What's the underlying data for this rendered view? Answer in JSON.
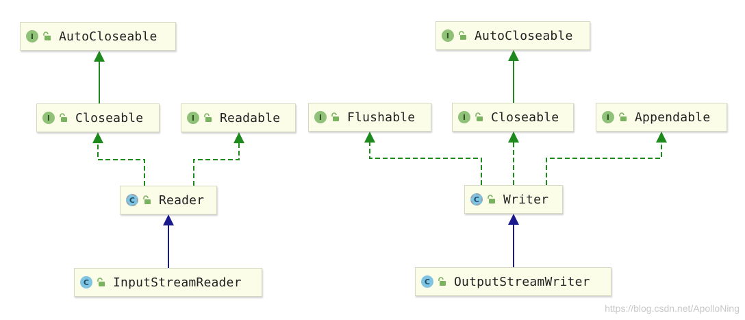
{
  "diagram": {
    "nodes": [
      {
        "id": "ac_left",
        "kind": "interface",
        "badge": "I",
        "label": "AutoCloseable"
      },
      {
        "id": "closeable_left",
        "kind": "interface",
        "badge": "I",
        "label": "Closeable"
      },
      {
        "id": "readable",
        "kind": "interface",
        "badge": "I",
        "label": "Readable"
      },
      {
        "id": "reader",
        "kind": "abstract",
        "badge": "C",
        "label": "Reader"
      },
      {
        "id": "isr",
        "kind": "class",
        "badge": "C",
        "label": "InputStreamReader"
      },
      {
        "id": "ac_right",
        "kind": "interface",
        "badge": "I",
        "label": "AutoCloseable"
      },
      {
        "id": "flushable",
        "kind": "interface",
        "badge": "I",
        "label": "Flushable"
      },
      {
        "id": "closeable_right",
        "kind": "interface",
        "badge": "I",
        "label": "Closeable"
      },
      {
        "id": "appendable",
        "kind": "interface",
        "badge": "I",
        "label": "Appendable"
      },
      {
        "id": "writer",
        "kind": "abstract",
        "badge": "C",
        "label": "Writer"
      },
      {
        "id": "osw",
        "kind": "class",
        "badge": "C",
        "label": "OutputStreamWriter"
      }
    ],
    "edges": [
      {
        "from": "closeable_left",
        "to": "ac_left",
        "type": "extends-interface"
      },
      {
        "from": "reader",
        "to": "closeable_left",
        "type": "implements"
      },
      {
        "from": "reader",
        "to": "readable",
        "type": "implements"
      },
      {
        "from": "isr",
        "to": "reader",
        "type": "extends-class"
      },
      {
        "from": "closeable_right",
        "to": "ac_right",
        "type": "extends-interface"
      },
      {
        "from": "writer",
        "to": "flushable",
        "type": "implements"
      },
      {
        "from": "writer",
        "to": "closeable_right",
        "type": "implements"
      },
      {
        "from": "writer",
        "to": "appendable",
        "type": "implements"
      },
      {
        "from": "osw",
        "to": "writer",
        "type": "extends-class"
      }
    ],
    "edge_colors": {
      "interface": "#1e8a1e",
      "class": "#1a1a8c"
    },
    "kind_colors": {
      "interface": "#8fc278",
      "class": "#7fc4e3"
    },
    "watermark": "https://blog.csdn.net/ApolloNing"
  }
}
